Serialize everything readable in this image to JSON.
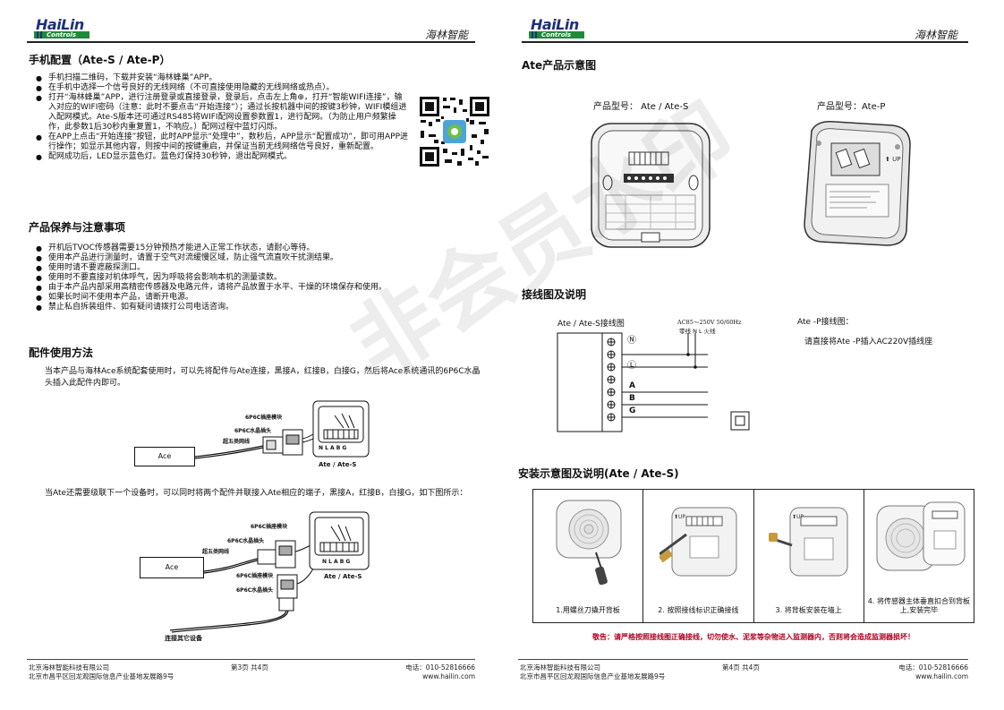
{
  "header": {
    "logo_text": "HaiLin",
    "logo_sub": "Controls",
    "brand_cn": "海林智能"
  },
  "watermark": "非会员水印",
  "left": {
    "section1": {
      "title": "手机配置（Ate-S / Ate-P）",
      "items": [
        "手机扫描二维码，下载并安装“海林蜂巢”APP。",
        "在手机中选择一个信号良好的无线网络（不可直接使用隐藏的无线网络或热点）。",
        "打开“海林蜂巢”APP，进行注册登录或直接登录，登录后，点击左上角⊕，打开“智能WIFI连接”，输入对应的WIFI密码（注意：此时不要点击“开始连接”）；通过长按机器中间的按键3秒钟，WIFI模组进入配网模式。Ate-S版本还可通过RS485将WIFI配网设置参数置1，进行配网。（为防止用户频繁操作，此参数1后30秒内重复置1，不响应。）配网过程中蓝灯闪烁。",
        "在APP上点击“开始连接”按钮，此时APP显示“处理中”，数秒后，APP显示“配置成功”，即可用APP进行操作；如显示其他内容，则按中间的按键重启，并保证当前无线网络信号良好，重新配置。",
        "配网成功后，LED显示蓝色灯。蓝色灯保持30秒钟，退出配网模式。"
      ]
    },
    "section2": {
      "title": "产品保养与注意事项",
      "items": [
        "开机后TVOC传感器需要15分钟预热才能进入正常工作状态，请耐心等待。",
        "使用本产品进行测量时，请置于空气对流缓慢区域，防止强气流直吹干扰测结果。",
        "使用时请不要遮蔽探测口。",
        "使用时不要直接对机体呼气，因为呼吸将会影响本机的测量读数。",
        "由于本产品内部采用高精密传感器及电路元件，请将产品放置于水平、干燥的环境保存和使用。",
        "如果长时间不使用本产品，请断开电源。",
        "禁止私自拆装组件、如有疑问请拨打公司电话咨询。"
      ]
    },
    "section3": {
      "title": "配件使用方法",
      "para1": "当本产品与海林Ace系统配套使用时，可以先将配件与Ate连接，黑接A，红接B，白接G，然后将Ace系统通讯的6P6C水晶头插入此配件内即可。",
      "para2": "当Ate还需要级联下一个设备时，可以同时将两个配件并联接入Ate相应的端子，黑接A，红接B，白接G，如下图所示：",
      "fig1": {
        "ace": "Ace",
        "cable": "超五类网线",
        "plug": "6P6C水晶插头",
        "module": "6P6C插座模块",
        "device": "Ate / Ate-S",
        "terminals": "N L A B G"
      },
      "fig2": {
        "ace": "Ace",
        "cable": "超五类网线",
        "plug": "6P6C水晶插头",
        "module": "6P6C插座模块",
        "module2": "6P6C插座模块",
        "plug2": "6P6C水晶插头",
        "device": "Ate / Ate-S",
        "other": "连接其它设备",
        "terminals": "N L A B G"
      }
    },
    "footer": {
      "company": "北京海林智能科技有限公司",
      "address": "北京市昌平区回龙观国际信息产业基地发展路9号",
      "page": "第3页 共4页",
      "phone": "电话：010-52816666",
      "web": "www.hailin.com"
    }
  },
  "right": {
    "section1": {
      "title": "Ate产品示意图",
      "model_a": "产品型号： Ate / Ate-S",
      "model_b": "产品型号：Ate-P"
    },
    "section2": {
      "title": "接线图及说明",
      "wiring_title": "Ate / Ate-S接线图",
      "supply": "AC85～250V  50/60Hz",
      "neutral_live": "零线 N  L 火线",
      "terminal_n": "Ⓝ",
      "terminal_l": "Ⓛ",
      "label_a": "A",
      "label_b": "B",
      "label_g": "G",
      "atep_title": "Ate -P接线图：",
      "atep_desc": "请直接将Ate -P插入AC220V插线座"
    },
    "section3": {
      "title": "安装示意图及说明(Ate / Ate-S)",
      "steps": [
        "1.用螺丝刀撬开背板",
        "2. 按照接线标识正确接线",
        "3. 将背板安装在墙上",
        "4. 将传感器主体垂直扣合到背板上,安装完毕"
      ],
      "warning": "敬告：请严格按照接线图正确接线，切勿使水、泥浆等杂物进入监测器内，否则将会造成监测器损坏！"
    },
    "footer": {
      "company": "北京海林智能科技有限公司",
      "address": "北京市昌平区回龙观国际信息产业基地发展路9号",
      "page": "第4页 共4页",
      "phone": "电话：010-52816666",
      "web": "www.hailin.com"
    }
  }
}
